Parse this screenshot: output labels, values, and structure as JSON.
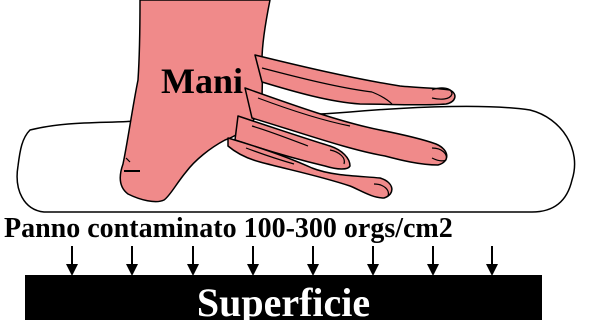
{
  "diagram": {
    "hand_label": "Mani",
    "cloth_label": "Panno contaminato 100-300 orgs/cm2",
    "surface_label": "Superficie",
    "colors": {
      "hand_fill": "#f08a8a",
      "outline": "#000000",
      "surface": "#000000",
      "surface_text": "#ffffff"
    },
    "arrow_count": 8
  }
}
